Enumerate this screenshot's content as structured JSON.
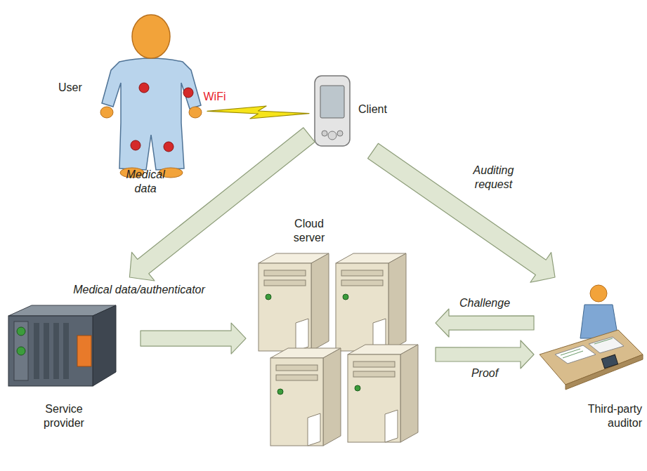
{
  "diagram": {
    "nodes": [
      {
        "text": [
          "User"
        ]
      },
      {
        "text": [
          "Client"
        ]
      },
      {
        "text": [
          "Cloud server"
        ]
      },
      {
        "text": [
          "Service provider"
        ]
      },
      {
        "text": [
          "Third-party auditor"
        ]
      }
    ],
    "edges": [
      {
        "from": 0,
        "to": 1,
        "label": "WiFi",
        "arrow": "none"
      },
      {
        "from": 1,
        "to": 3,
        "label": "Medical data",
        "arrow": "to"
      },
      {
        "from": 1,
        "to": 4,
        "label": "Auditing request",
        "arrow": "to"
      },
      {
        "from": 3,
        "to": 2,
        "arrow": "to"
      },
      {
        "from": 4,
        "to": 2,
        "label": "Challenge",
        "arrow": "to"
      },
      {
        "from": 2,
        "to": 4,
        "label": "Proof",
        "arrow": "to"
      }
    ],
    "labels": [
      "Medical data/authenticator"
    ]
  }
}
